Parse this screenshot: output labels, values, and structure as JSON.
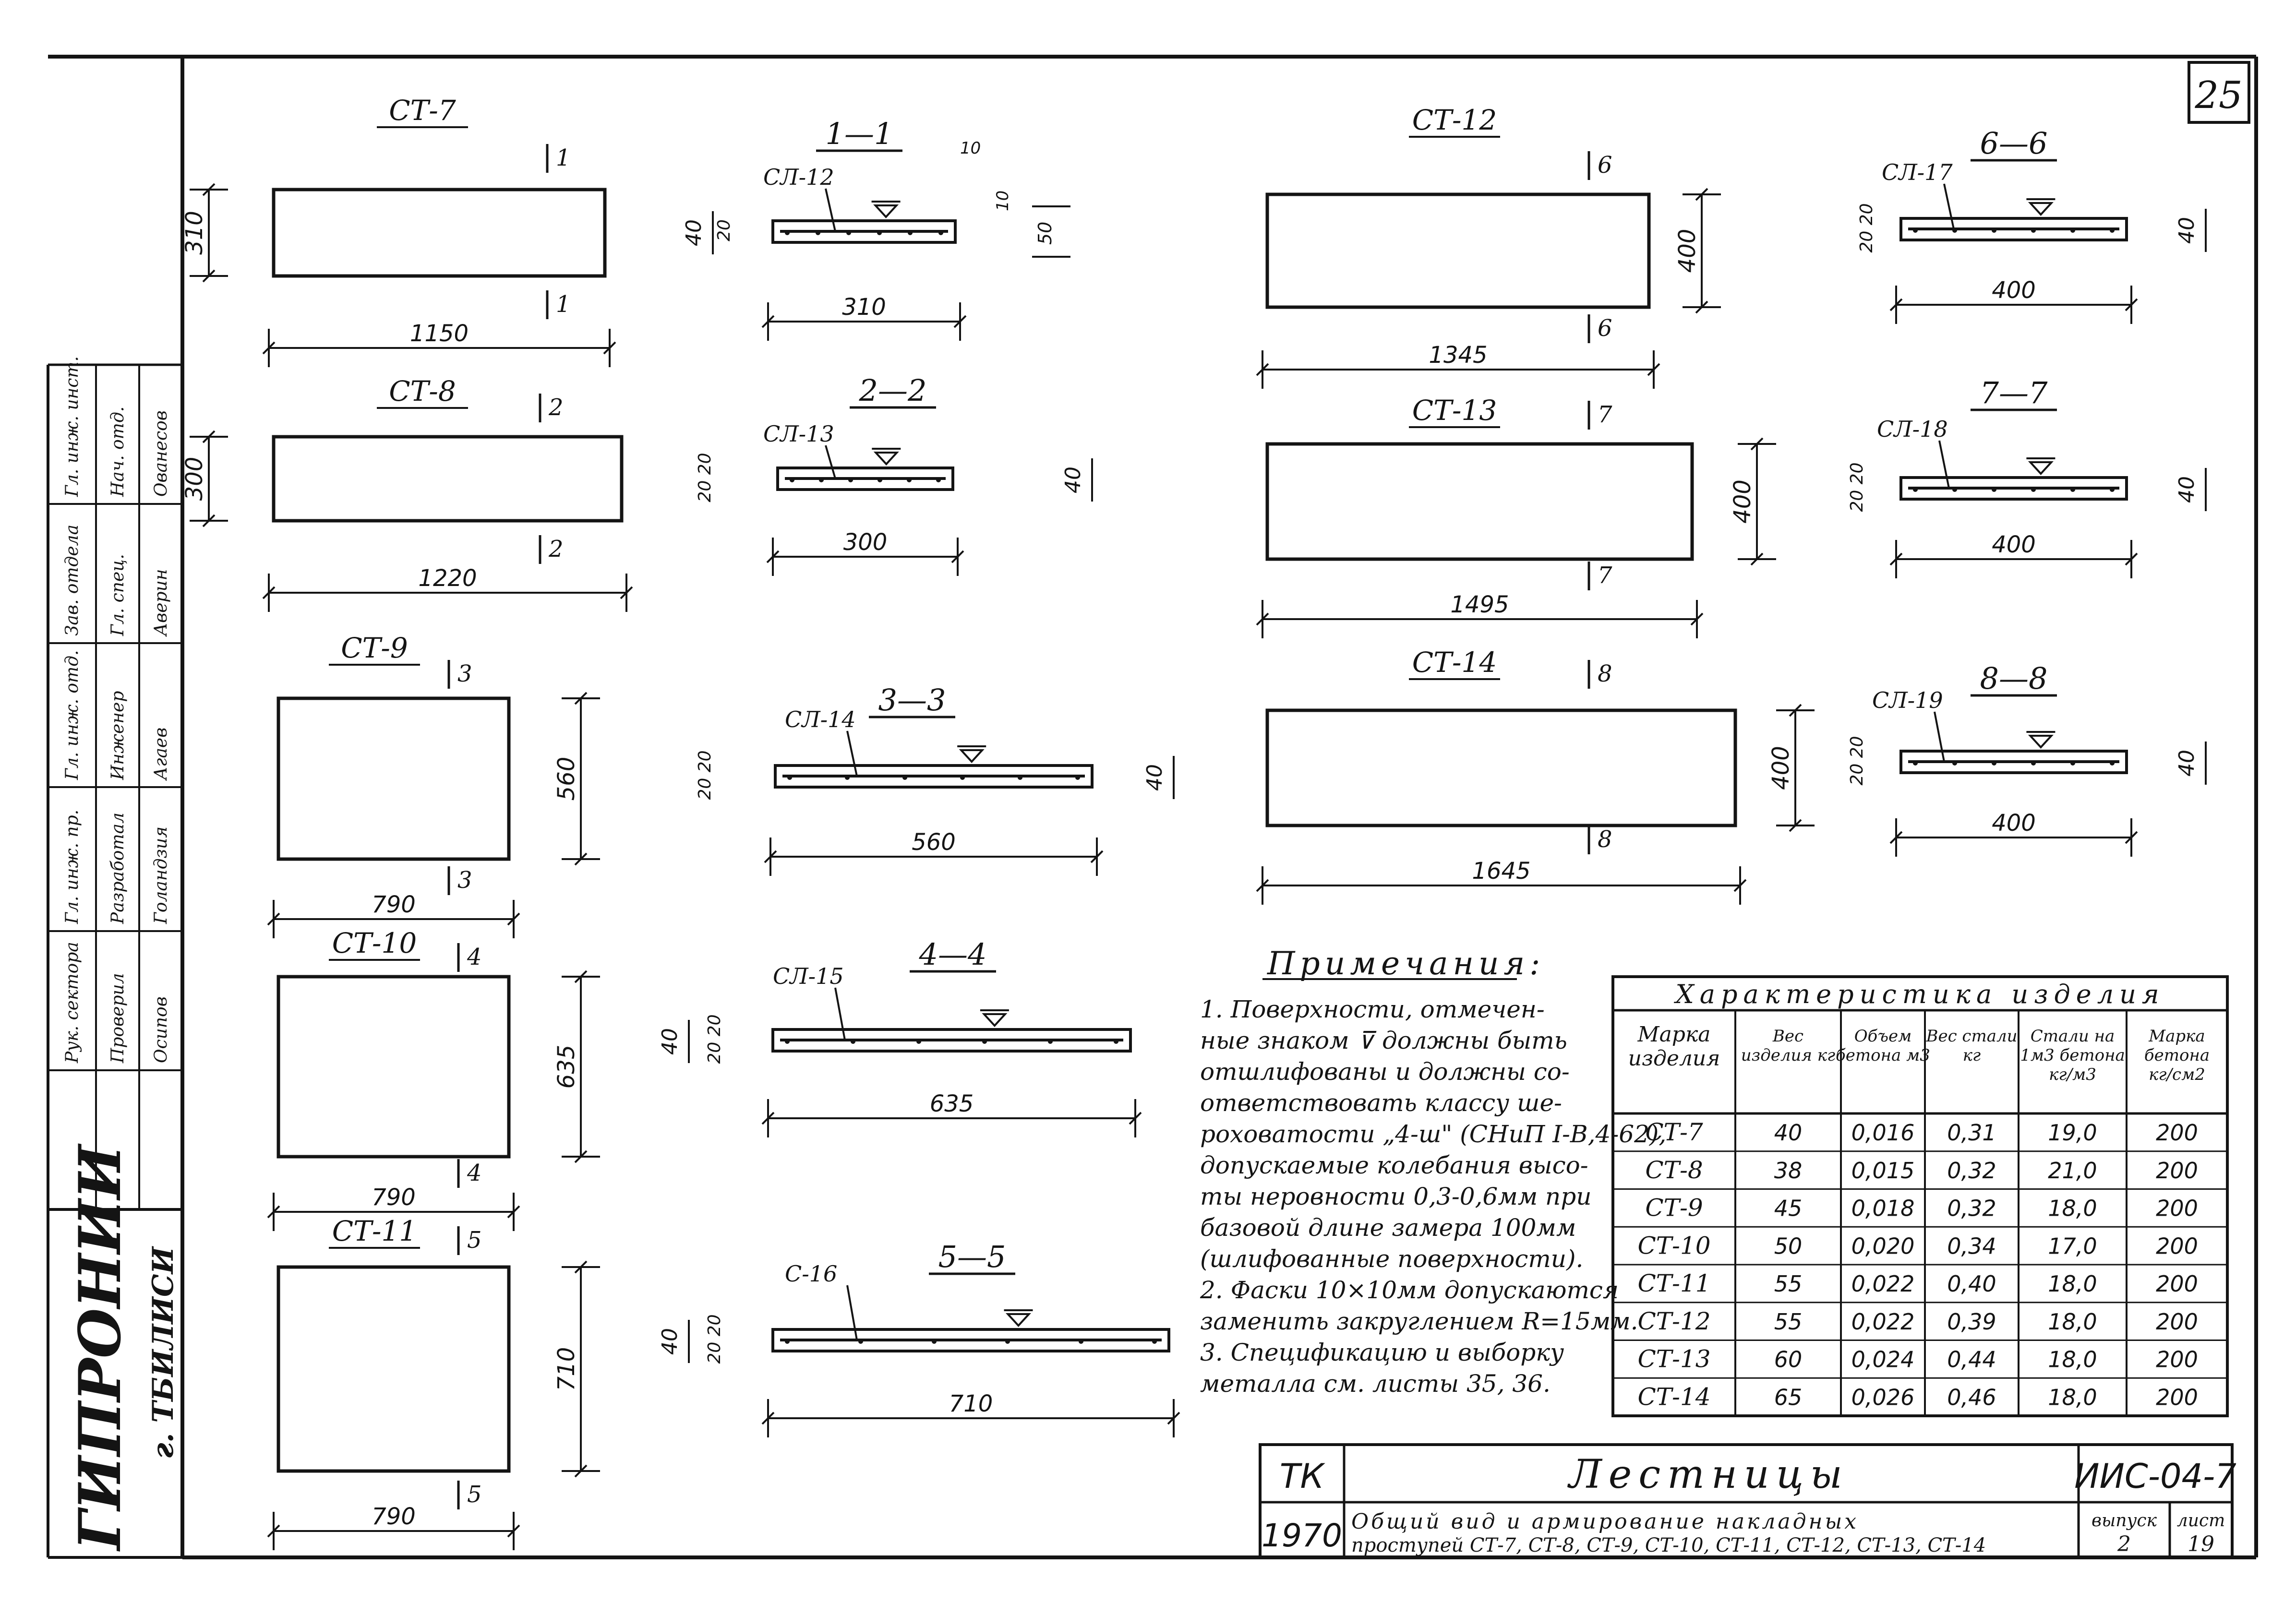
{
  "sheet": {
    "page_number": "25",
    "institute": "ГИПРОНИИ",
    "city": "г. ТБИЛИСИ"
  },
  "left_sidebar": {
    "rows": [
      [
        "Гл. инж. инст.",
        "Зав. отдела",
        "Гл. инж. отд.",
        "Гл. инж. пр.",
        "Рук. сектора"
      ],
      [
        "Нач. отд.",
        "Гл. спец.",
        "Инженер",
        "Разработал",
        "Проверил"
      ],
      [
        "Ованесов",
        "Аверин",
        "Агаев",
        "Голандзия",
        "Осипов"
      ]
    ]
  },
  "stairs": [
    {
      "name": "СТ-7",
      "marker": "1",
      "width": "1150",
      "depth": "310"
    },
    {
      "name": "СТ-8",
      "marker": "2",
      "width": "1220",
      "depth": "300"
    },
    {
      "name": "СТ-9",
      "marker": "3",
      "width": "790",
      "depth": "560"
    },
    {
      "name": "СТ-10",
      "marker": "4",
      "width": "790",
      "depth": "635"
    },
    {
      "name": "СТ-11",
      "marker": "5",
      "width": "790",
      "depth": "710"
    },
    {
      "name": "СТ-12",
      "marker": "6",
      "width": "1345",
      "depth": "400"
    },
    {
      "name": "СТ-13",
      "marker": "7",
      "width": "1495",
      "depth": "400"
    },
    {
      "name": "СТ-14",
      "marker": "8",
      "width": "1645",
      "depth": "400"
    }
  ],
  "sections": [
    {
      "title": "1—1",
      "mesh": "СЛ-12",
      "length": "310",
      "thickness": "40",
      "covers": "20",
      "extra_a": "10",
      "extra_b": "10",
      "extra_c": "50"
    },
    {
      "title": "2—2",
      "mesh": "СЛ-13",
      "length": "300",
      "thickness": "40",
      "covers": "20 20"
    },
    {
      "title": "3—3",
      "mesh": "СЛ-14",
      "length": "560",
      "thickness": "40",
      "covers": "20 20"
    },
    {
      "title": "4—4",
      "mesh": "СЛ-15",
      "length": "635",
      "thickness": "40",
      "covers": "20 20"
    },
    {
      "title": "5—5",
      "mesh": "С-16",
      "length": "710",
      "thickness": "40",
      "covers": "20 20"
    },
    {
      "title": "6—6",
      "mesh": "СЛ-17",
      "length": "400",
      "thickness": "40",
      "covers": "20 20"
    },
    {
      "title": "7—7",
      "mesh": "СЛ-18",
      "length": "400",
      "thickness": "40",
      "covers": "20 20"
    },
    {
      "title": "8—8",
      "mesh": "СЛ-19",
      "length": "400",
      "thickness": "40",
      "covers": "20 20"
    }
  ],
  "notes": {
    "heading": "Примечания:",
    "lines": [
      "1. Поверхности, отмечен-",
      "ные знаком ⊽ должны быть",
      "отшлифованы и должны со-",
      "ответствовать классу ше-",
      "роховатости „4-ш\" (СНиП I-В,4-62),",
      "допускаемые колебания высо-",
      "ты неровности 0,3-0,6мм при",
      "базовой длине замера 100мм",
      "(шлифованные поверхности).",
      "2. Фаски 10×10мм допускаются",
      "заменить закруглением R=15мм.",
      "3. Спецификацию и выборку",
      "металла см. листы 35, 36."
    ]
  },
  "spec_table": {
    "title": "Характеристика изделия",
    "headers": [
      "Марка изделия",
      "Вес изделия кг",
      "Объем бетона м3",
      "Вес стали кг",
      "Стали на 1м3 бетона кг/м3",
      "Марка бетона кг/см2"
    ],
    "rows": [
      [
        "СТ-7",
        "40",
        "0,016",
        "0,31",
        "19,0",
        "200"
      ],
      [
        "СТ-8",
        "38",
        "0,015",
        "0,32",
        "21,0",
        "200"
      ],
      [
        "СТ-9",
        "45",
        "0,018",
        "0,32",
        "18,0",
        "200"
      ],
      [
        "СТ-10",
        "50",
        "0,020",
        "0,34",
        "17,0",
        "200"
      ],
      [
        "СТ-11",
        "55",
        "0,022",
        "0,40",
        "18,0",
        "200"
      ],
      [
        "СТ-12",
        "55",
        "0,022",
        "0,39",
        "18,0",
        "200"
      ],
      [
        "СТ-13",
        "60",
        "0,024",
        "0,44",
        "18,0",
        "200"
      ],
      [
        "СТ-14",
        "65",
        "0,026",
        "0,46",
        "18,0",
        "200"
      ]
    ]
  },
  "title_block": {
    "org": "ТК",
    "year": "1970",
    "title": "Лестницы",
    "code": "ИИС-04-7",
    "subtitle_1": "Общий вид и армирование накладных",
    "subtitle_2": "проступей СТ-7, СТ-8, СТ-9, СТ-10, СТ-11, СТ-12, СТ-13, СТ-14",
    "issue_label": "выпуск",
    "issue_value": "2",
    "sheet_label": "лист",
    "sheet_value": "19"
  }
}
